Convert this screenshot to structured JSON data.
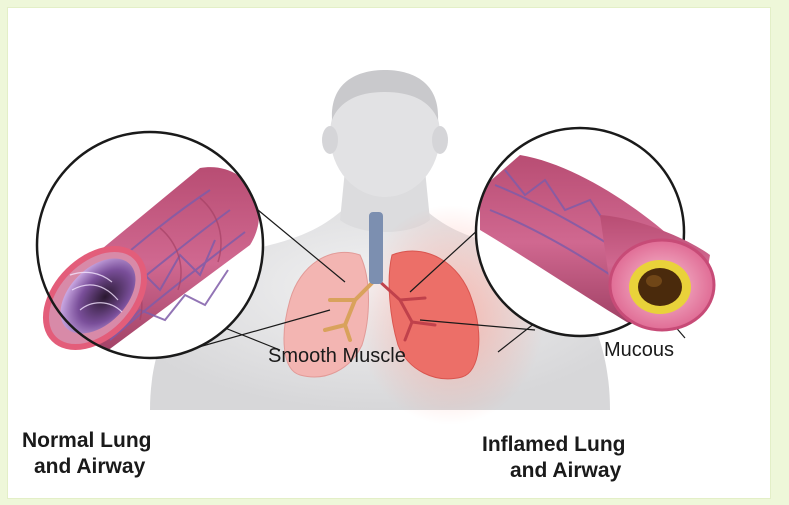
{
  "labels": {
    "smooth_muscle": "Smooth Muscle",
    "mucous": "Mucous",
    "normal": {
      "line1": "Normal Lung",
      "line2": "and Airway"
    },
    "inflamed": {
      "line1": "Inflamed Lung",
      "line2": "and Airway"
    }
  },
  "colors": {
    "page_bg": "#eef7d9",
    "body": "#e9e9ea",
    "normal_lung": "#f3b5b2",
    "inflamed_lung": "#ec6f68",
    "airway_tissue": "#c5587c",
    "vein": "#7f5ca8",
    "trachea": "#7c8fb0",
    "mucus": "#e9d23a",
    "lumen": "#4a2a0c"
  },
  "icons": {
    "normal_airway": "airway-tube-open-icon",
    "inflamed_airway": "airway-tube-narrowed-icon",
    "human_figure": "human-torso-icon"
  }
}
